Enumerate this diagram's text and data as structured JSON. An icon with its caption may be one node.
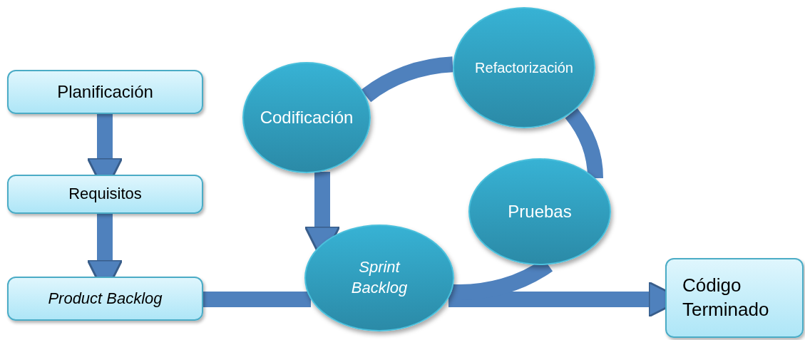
{
  "diagram": {
    "nodes": [
      {
        "text": [
          "Planificación"
        ]
      },
      {
        "text": [
          "Requisitos"
        ]
      },
      {
        "text": [
          "Product Backlog"
        ]
      },
      {
        "text": [
          "Refactorización"
        ]
      },
      {
        "text": [
          "Codificación"
        ]
      },
      {
        "text": [
          "Pruebas"
        ]
      },
      {
        "text": [
          "Sprint Backlog"
        ]
      },
      {
        "text": [
          "Código Terminado"
        ]
      }
    ],
    "edges": [
      {
        "from": 0,
        "to": 1,
        "arrow": "to"
      },
      {
        "from": 1,
        "to": 2,
        "arrow": "to"
      },
      {
        "from": 2,
        "to": 6,
        "arrow": "none"
      },
      {
        "from": 6,
        "to": 7,
        "arrow": "to"
      },
      {
        "from": 6,
        "to": 5,
        "arrow": "none"
      },
      {
        "from": 5,
        "to": 3,
        "arrow": "none"
      },
      {
        "from": 3,
        "to": 4,
        "arrow": "none"
      },
      {
        "from": 4,
        "to": 6,
        "arrow": "to"
      }
    ]
  }
}
